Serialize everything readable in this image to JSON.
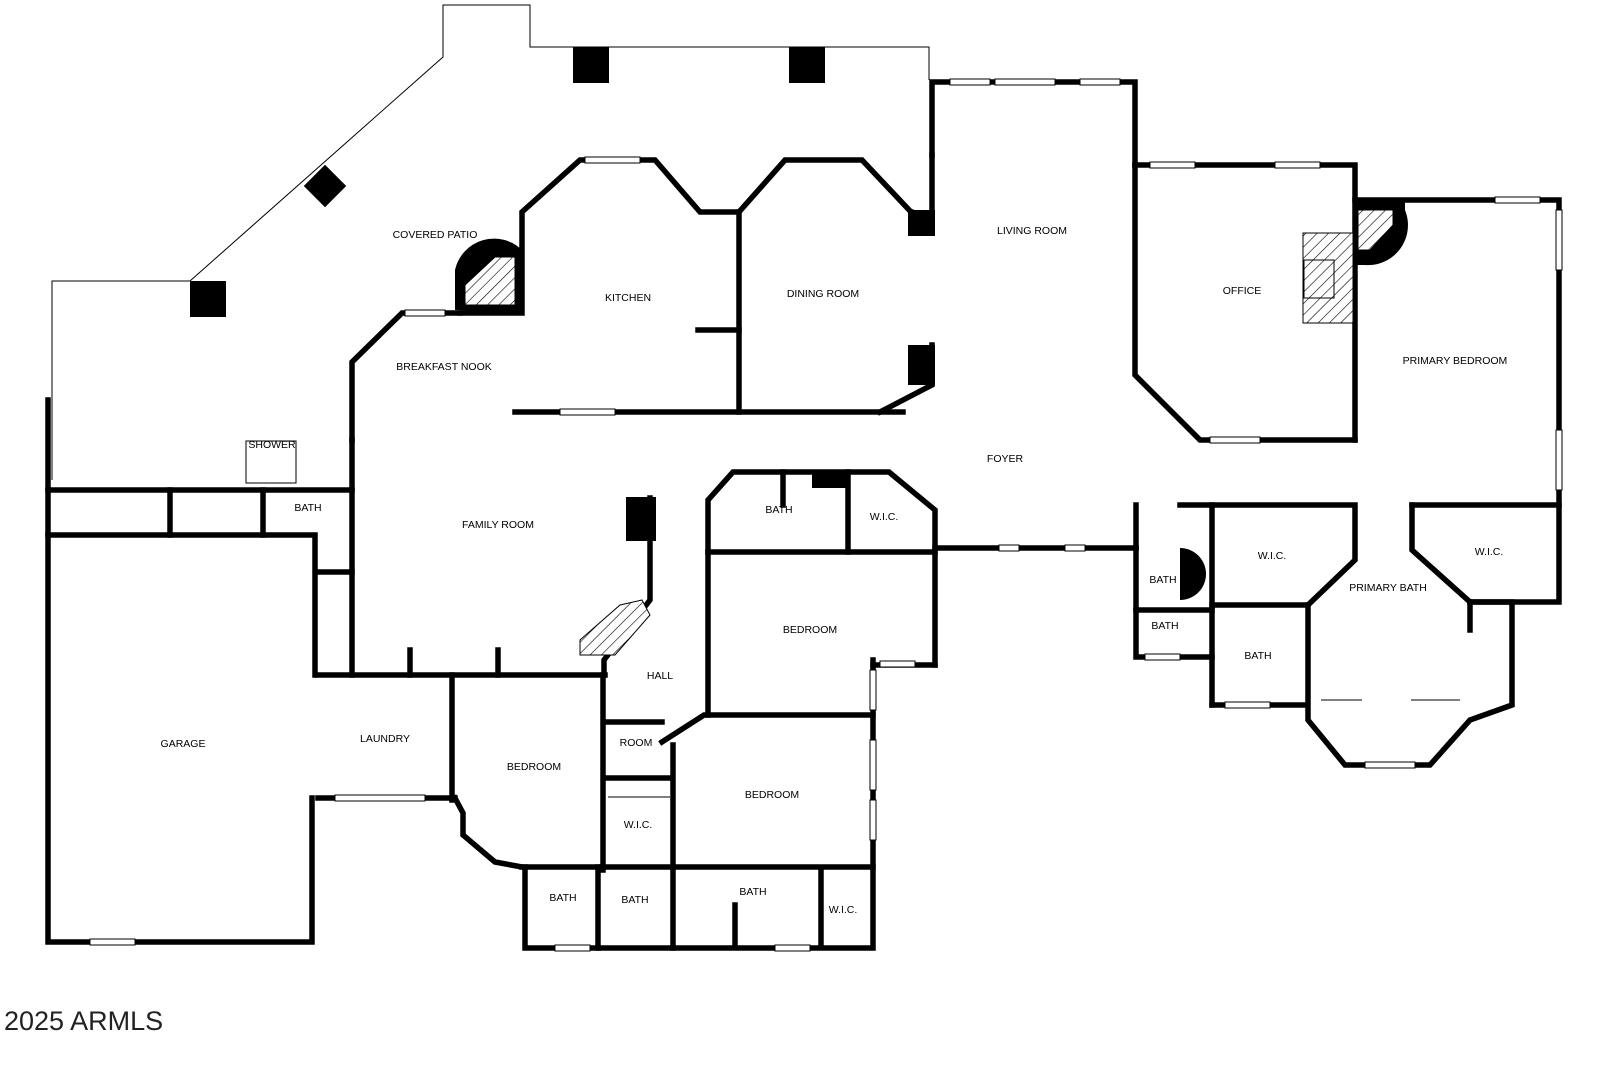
{
  "rooms": {
    "covered_patio": "COVERED PATIO",
    "kitchen": "KITCHEN",
    "dining_room": "DINING ROOM",
    "living_room": "LIVING ROOM",
    "office": "OFFICE",
    "primary_bedroom": "PRIMARY BEDROOM",
    "breakfast_nook": "BREAKFAST NOOK",
    "shower": "SHOWER",
    "bath_garage": "BATH",
    "family_room": "FAMILY ROOM",
    "foyer": "FOYER",
    "bath_center": "BATH",
    "wic_center": "W.I.C.",
    "bath_primary_small": "BATH",
    "wic_primary_left": "W.I.C.",
    "wic_primary_right": "W.I.C.",
    "primary_bath": "PRIMARY BATH",
    "bath_primary_lower": "BATH",
    "bath_primary_mid": "BATH",
    "bedroom_center": "BEDROOM",
    "hall": "HALL",
    "garage": "GARAGE",
    "laundry": "LAUNDRY",
    "bedroom_left": "BEDROOM",
    "room": "ROOM",
    "bedroom_right": "BEDROOM",
    "wic_hall": "W.I.C.",
    "bath_bottom_1": "BATH",
    "bath_bottom_2": "BATH",
    "bath_bottom_3": "BATH",
    "wic_bottom": "W.I.C."
  },
  "watermark": "2025 ARMLS"
}
